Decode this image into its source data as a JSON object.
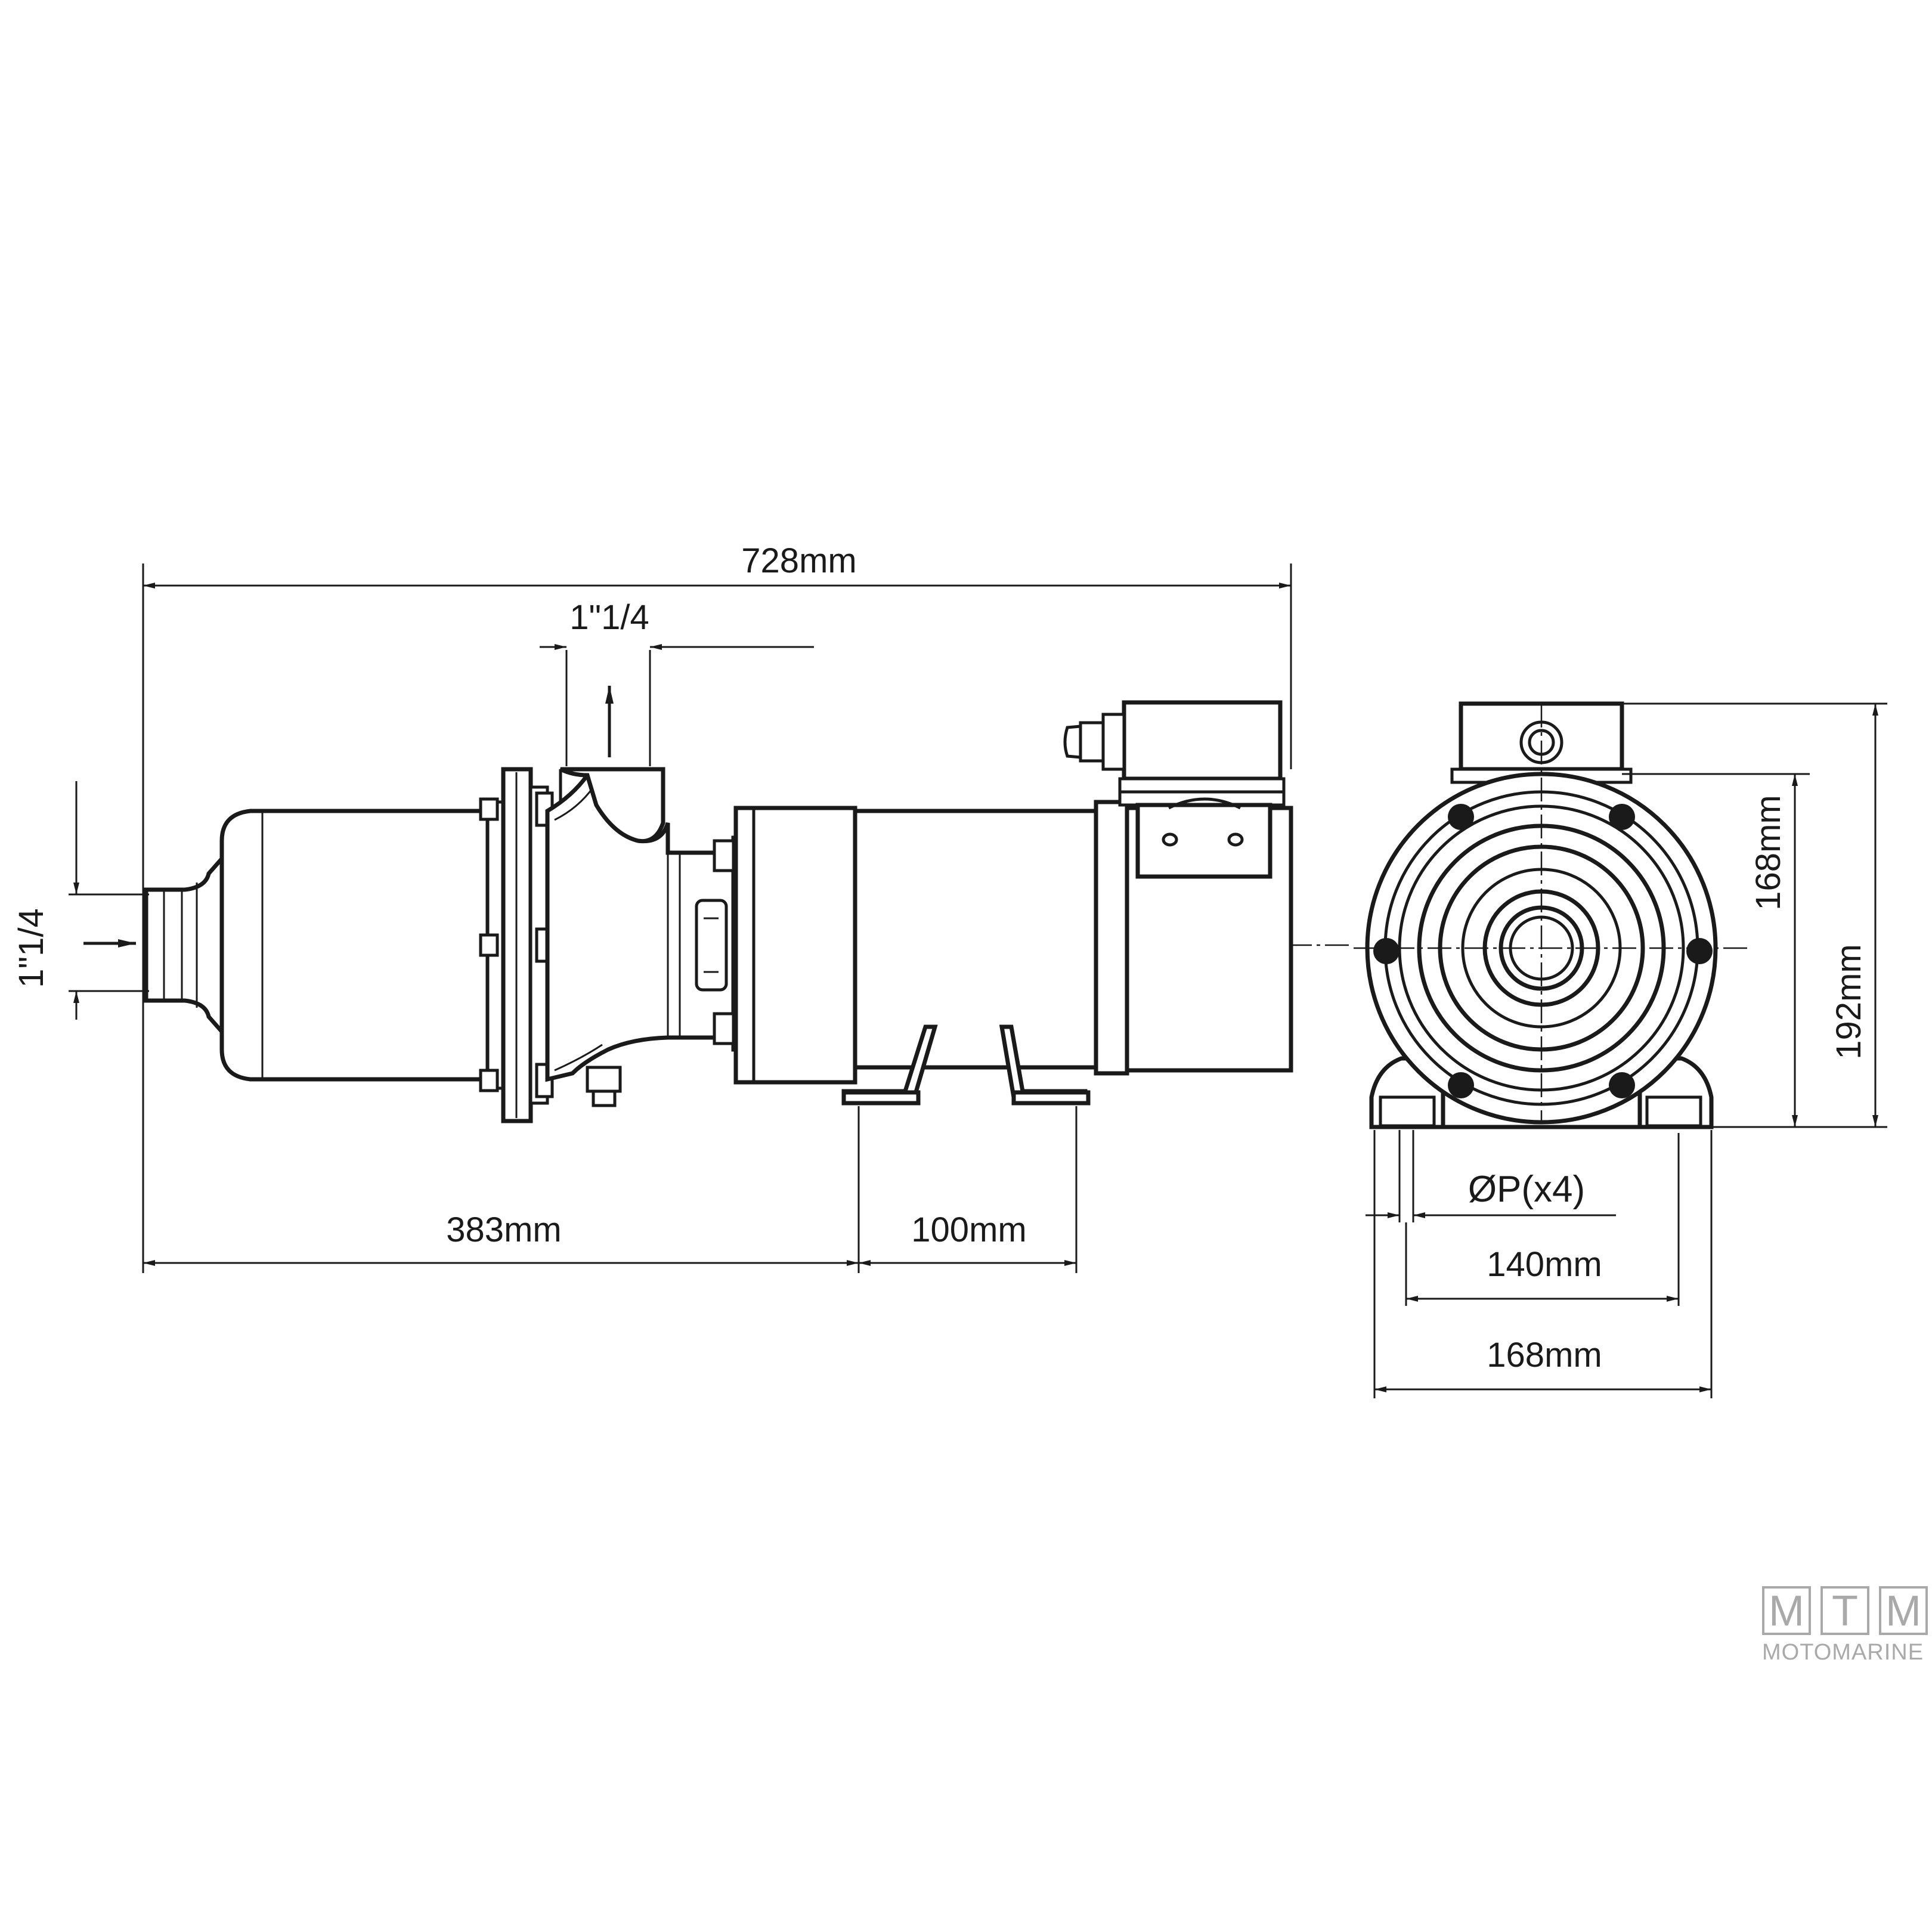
{
  "dimensions": {
    "overall_length": "728mm",
    "outlet_size": "1\"1/4",
    "inlet_size": "1\"1/4",
    "inlet_to_foot": "383mm",
    "foot_spacing": "100mm",
    "flange_height": "168mm",
    "total_height": "192mm",
    "hole_diameter": "ØP(x4)",
    "hole_spacing": "140mm",
    "base_width": "168mm"
  },
  "logo": {
    "letters": [
      "M",
      "T",
      "M"
    ],
    "name": "MOTOMARINE"
  }
}
